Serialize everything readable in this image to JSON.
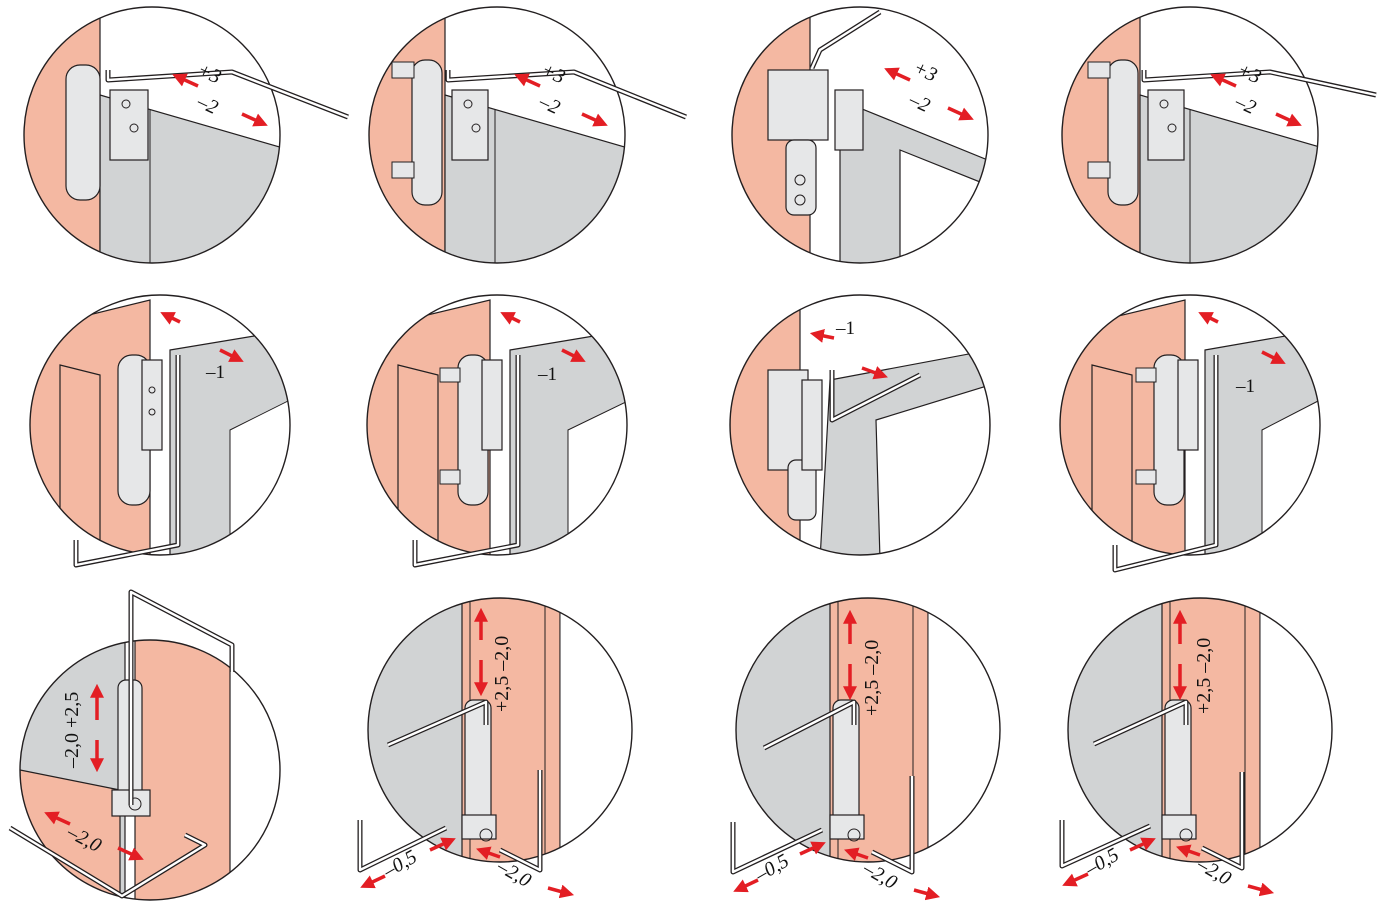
{
  "colors": {
    "frame": "#f4b8a2",
    "glass": "#d1d3d4",
    "metal": "#e6e7e8",
    "outline": "#231f20",
    "arrow": "#e31e24"
  },
  "panels": [
    {
      "row": 1,
      "col": 1,
      "labels": [
        "+3",
        "–2"
      ]
    },
    {
      "row": 1,
      "col": 2,
      "labels": [
        "+3",
        "–2"
      ]
    },
    {
      "row": 1,
      "col": 3,
      "labels": [
        "+3",
        "–2"
      ]
    },
    {
      "row": 1,
      "col": 4,
      "labels": [
        "+3",
        "–2"
      ]
    },
    {
      "row": 2,
      "col": 1,
      "labels": [
        "–1"
      ]
    },
    {
      "row": 2,
      "col": 2,
      "labels": [
        "–1"
      ]
    },
    {
      "row": 2,
      "col": 3,
      "labels": [
        "–1"
      ]
    },
    {
      "row": 2,
      "col": 4,
      "labels": [
        "–1"
      ]
    },
    {
      "row": 3,
      "col": 1,
      "labels": [
        "–2,0 +2,5",
        "–2,0"
      ]
    },
    {
      "row": 3,
      "col": 2,
      "labels": [
        "+2,5 –2,0",
        "–0,5",
        "–2,0"
      ]
    },
    {
      "row": 3,
      "col": 3,
      "labels": [
        "+2,5 –2,0",
        "–0,5",
        "–2,0"
      ]
    },
    {
      "row": 3,
      "col": 4,
      "labels": [
        "+2,5 –2,0",
        "–0,5",
        "–2,0"
      ]
    }
  ]
}
